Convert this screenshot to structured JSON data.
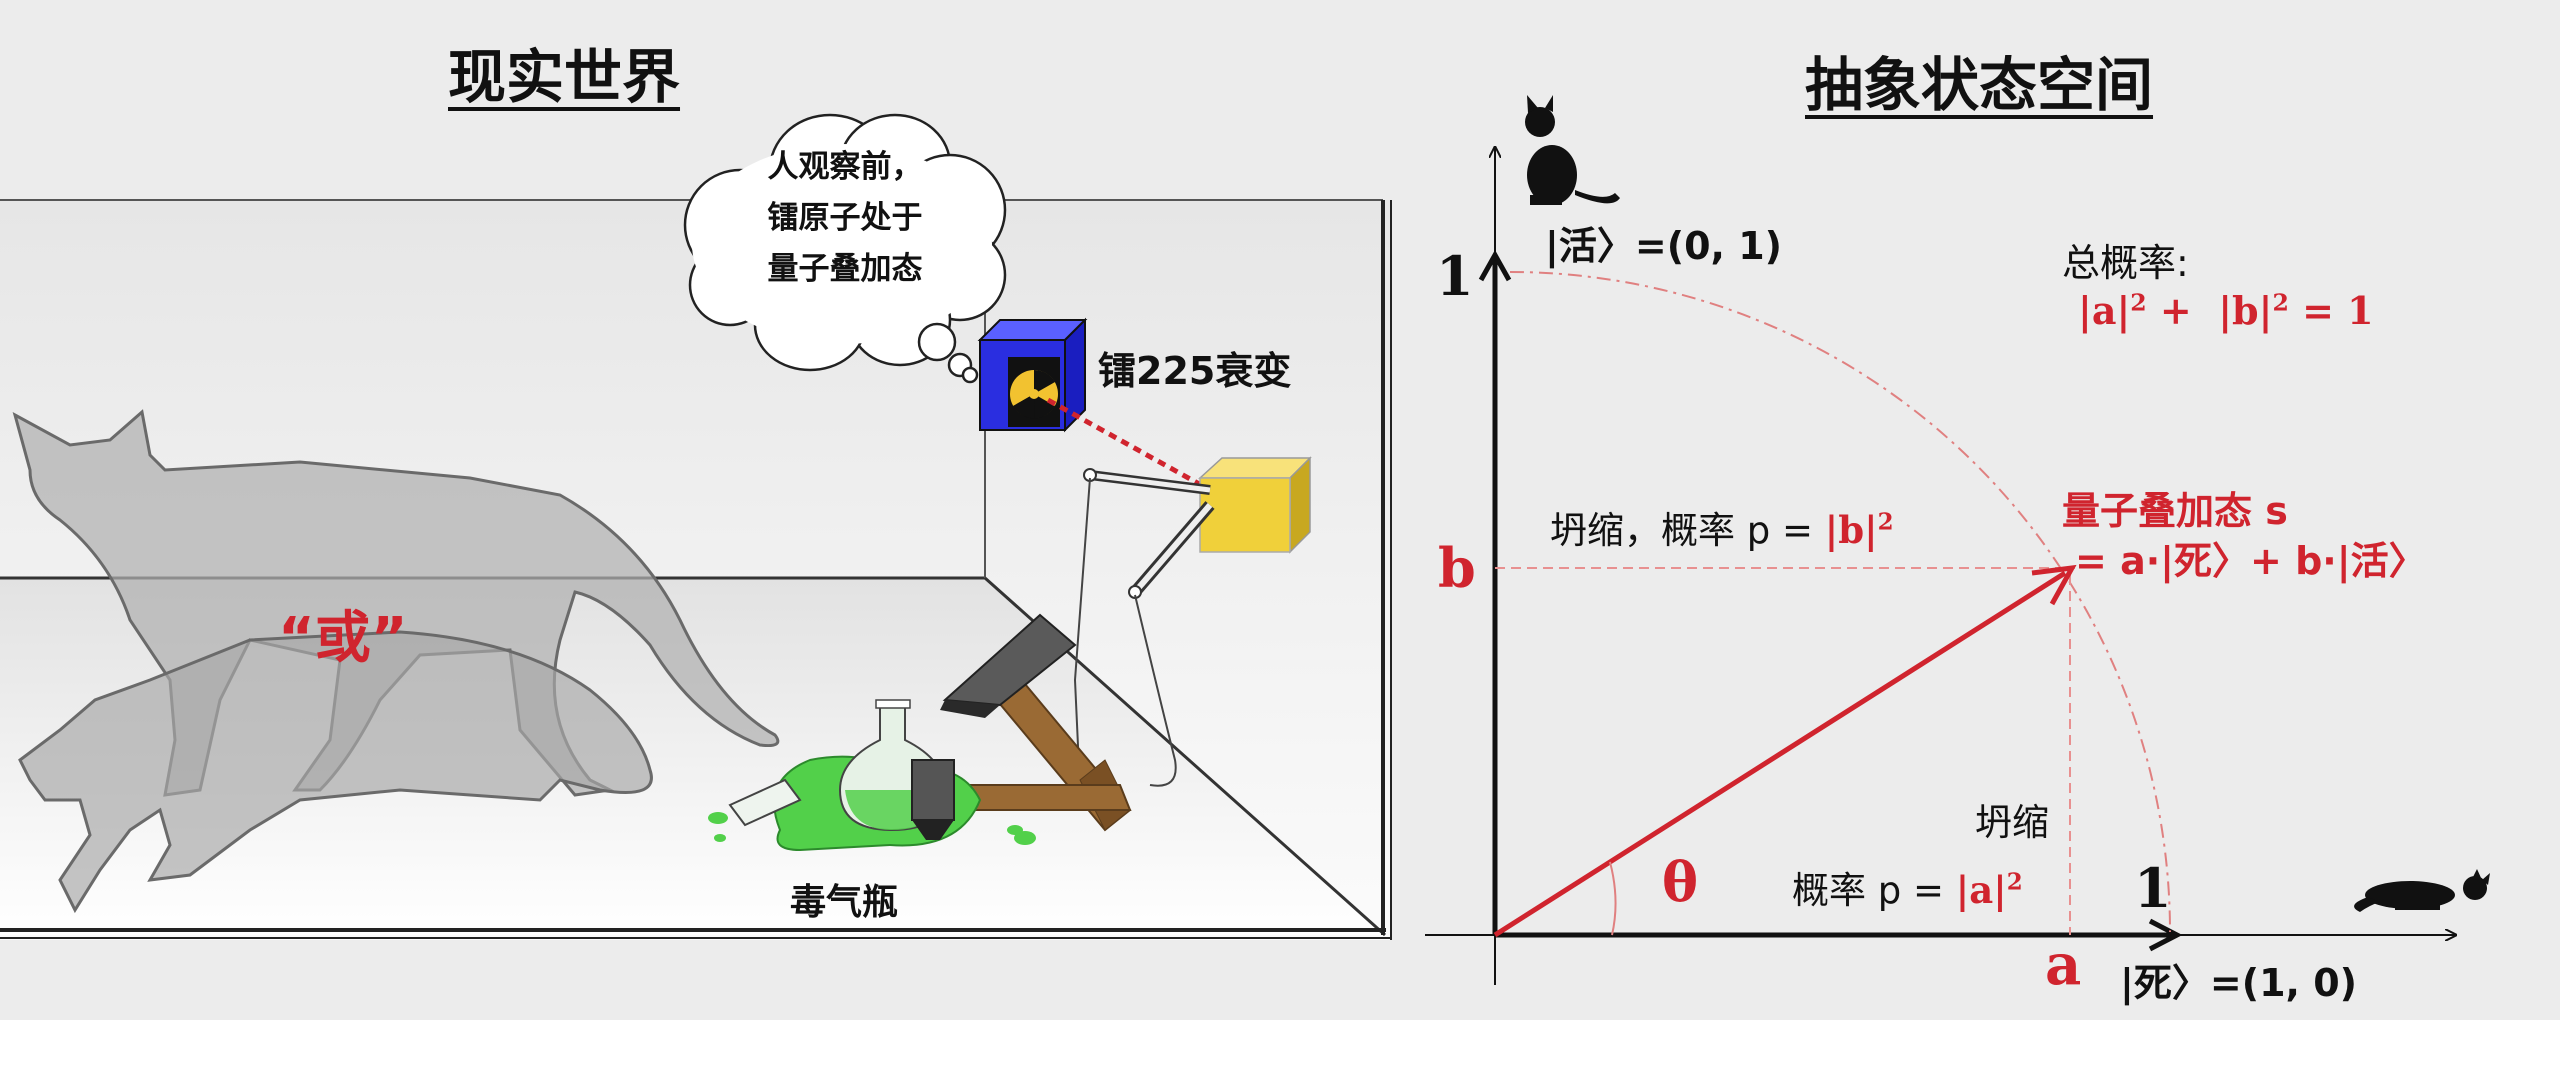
{
  "left_panel": {
    "title": "现实世界",
    "thought_lines": [
      "人观察前，",
      "镭原子处于",
      "量子叠加态"
    ],
    "decay_label": "镭225衰变",
    "or_label": "“或”",
    "poison_label": "毒气瓶"
  },
  "right_panel": {
    "title": "抽象状态空间",
    "y_tick": "1",
    "x_tick": "1",
    "alive_state": "|活〉=(0, 1)",
    "dead_label": "|死〉=(1, 0)",
    "a_label": "a",
    "b_label": "b",
    "theta_label": "θ",
    "total_prob_title": "总概率:",
    "total_prob_formula": {
      "a_term": "|a|",
      "plus": "+",
      "b_term": "|b|",
      "exp": "2",
      "eq": "= 1"
    },
    "collapse_b": {
      "prefix": "坍缩，概率 p = ",
      "term": "|b|",
      "exp": "2"
    },
    "collapse_a": {
      "line1": "坍缩",
      "prefix": "概率 p = ",
      "term": "|a|",
      "exp": "2"
    },
    "superposition": {
      "title": "量子叠加态 s",
      "formula": "= a·|死〉+ b·|活〉"
    }
  },
  "colors": {
    "accent_red": "#d0242e",
    "box_blue": "#2a2ee0",
    "box_yellow": "#f0d03a",
    "poison_green": "#52d04a"
  }
}
